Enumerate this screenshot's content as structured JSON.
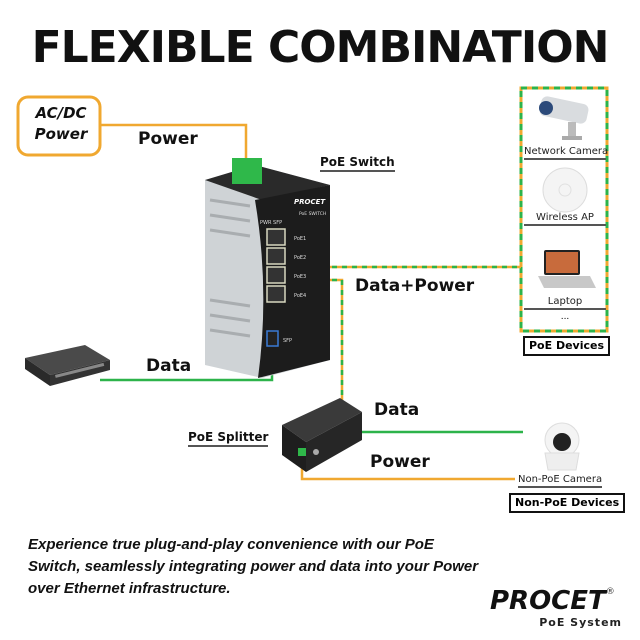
{
  "title": "FLEXIBLE COMBINATION",
  "power_source": {
    "line1": "AC/DC",
    "line2": "Power"
  },
  "labels": {
    "power_top": "Power",
    "poe_switch": "PoE Switch",
    "data_power": "Data+Power",
    "data_left": "Data",
    "poe_splitter": "PoE Splitter",
    "data_splitter": "Data",
    "power_splitter": "Power"
  },
  "switch_device": {
    "brand": "PROCET",
    "model": "PoE SWITCH",
    "ports": [
      "PoE1",
      "PoE2",
      "PoE3",
      "PoE4"
    ],
    "sfp": "SFP",
    "leds": "PWR SFP"
  },
  "poe_devices": {
    "items": [
      "Network Camera",
      "Wireless AP",
      "Laptop"
    ],
    "more": "...",
    "title": "PoE Devices"
  },
  "non_poe_devices": {
    "item": "Non-PoE Camera",
    "title": "Non-PoE Devices"
  },
  "caption": "Experience true plug-and-play convenience with our PoE Switch, seamlessly integrating power and data into your Power over Ethernet infrastructure.",
  "logo": {
    "brand": "PROCET",
    "registered": "®",
    "tagline": "PoE System"
  },
  "colors": {
    "power": "#f0a830",
    "data": "#2db34a",
    "dark": "#1c1c1c",
    "green_terminal": "#2fb84a"
  }
}
